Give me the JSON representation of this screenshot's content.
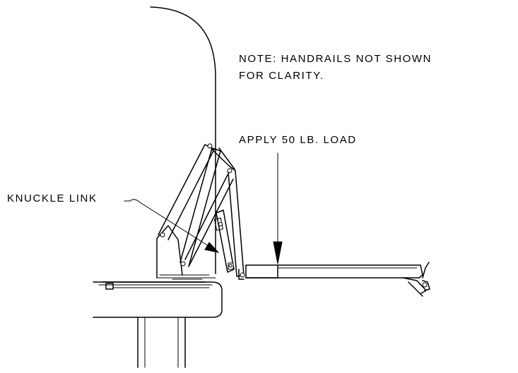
{
  "note": {
    "line1": "NOTE: HANDRAILS NOT SHOWN",
    "line2": "FOR CLARITY."
  },
  "load_label": "APPLY 50 LB. LOAD",
  "knuckle_label": "KNUCKLE LINK"
}
